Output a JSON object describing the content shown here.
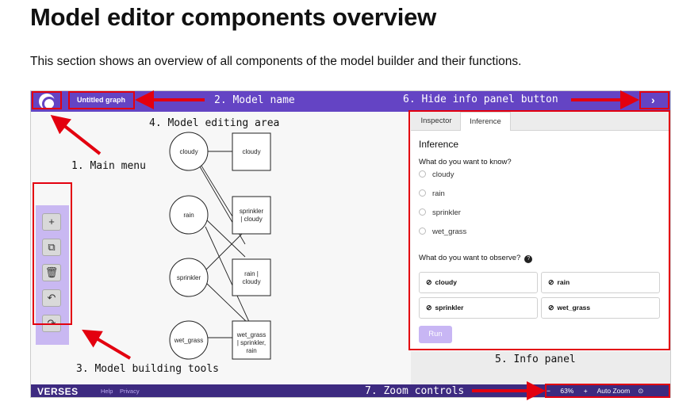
{
  "page": {
    "title": "Model editor components overview",
    "intro": "This section shows an overview of all components of the model builder and their functions."
  },
  "topbar": {
    "model_name": "Untitled graph",
    "hide_button": "›"
  },
  "annotations": {
    "model_name": "2. Model name",
    "hide_info": "6. Hide info panel button",
    "editing_area": "4. Model editing area",
    "main_menu": "1. Main menu",
    "building_tools": "3. Model building tools",
    "info_panel": "5. Info panel",
    "zoom_controls": "7. Zoom controls"
  },
  "graph": {
    "nodes": [
      "cloudy",
      "rain",
      "sprinkler",
      "wet_grass"
    ],
    "tables": [
      "cloudy",
      "sprinkler",
      "| cloudy",
      "rain |",
      "cloudy",
      "wet_grass",
      "| sprinkler,",
      "rain"
    ]
  },
  "tools": {
    "add": "+",
    "copy": "⧉",
    "delete": "🗑",
    "undo": "↶",
    "redo": "↷"
  },
  "info_panel": {
    "tabs": [
      "Inspector",
      "Inference"
    ],
    "active_tab": "Inference",
    "heading": "Inference",
    "question_know": "What do you want to know?",
    "know_options": [
      "cloudy",
      "rain",
      "sprinkler",
      "wet_grass"
    ],
    "question_observe": "What do you want to observe?",
    "help_icon": "?",
    "observe_options": [
      "cloudy",
      "rain",
      "sprinkler",
      "wet_grass"
    ],
    "run_label": "Run"
  },
  "bottombar": {
    "brand": "VERSES",
    "links": [
      "Help",
      "Privacy"
    ],
    "zoom_minus": "−",
    "zoom_level": "63%",
    "zoom_plus": "+",
    "auto_zoom": "Auto Zoom"
  },
  "colors": {
    "accent": "#6444c4",
    "footer": "#3d2a80",
    "annotation": "#e3000f",
    "run_button": "#c8b6f4"
  }
}
